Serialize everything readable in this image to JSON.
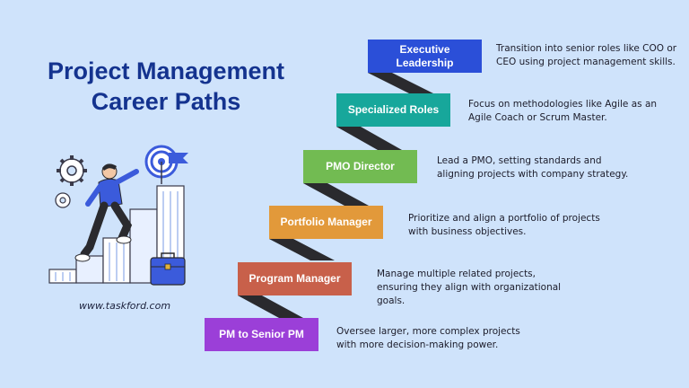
{
  "title": {
    "line1": "Project Management",
    "line2": "Career Paths"
  },
  "website": "www.taskford.com",
  "steps": [
    {
      "label": "Executive\nLeadership",
      "description": "Transition into senior roles like COO or CEO using project management skills.",
      "color": "#2b4fd8"
    },
    {
      "label": "Specialized Roles",
      "description": "Focus on methodologies like Agile as an Agile Coach or Scrum Master.",
      "color": "#17a79b"
    },
    {
      "label": "PMO Director",
      "description": "Lead a PMO, setting standards and aligning projects with company strategy.",
      "color": "#72bb52"
    },
    {
      "label": "Portfolio Manager",
      "description": "Prioritize and align a portfolio of projects with business objectives.",
      "color": "#e2993a"
    },
    {
      "label": "Program Manager",
      "description": "Manage multiple related projects, ensuring they align with organizational goals.",
      "color": "#c8604a"
    },
    {
      "label": "PM to Senior PM",
      "description": "Oversee larger, more complex projects with more decision-making power.",
      "color": "#9b3fd8"
    }
  ],
  "colors": {
    "background": "#cfe3fb",
    "title": "#14338f",
    "stair_shadow": "#2a2a2e"
  }
}
